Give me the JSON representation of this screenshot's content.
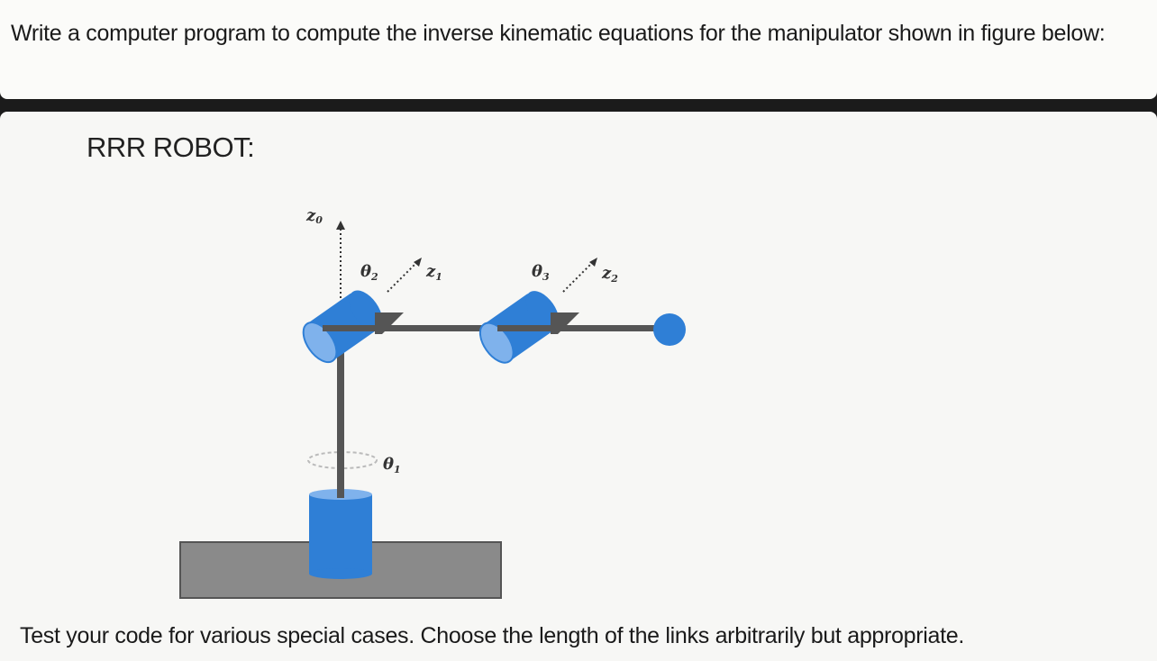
{
  "question": {
    "text": "Write a computer program to compute the inverse kinematic equations for the manipulator shown in figure below:"
  },
  "figure": {
    "title": "RRR ROBOT:",
    "labels": {
      "z0": "z",
      "z0_sub": "0",
      "theta2": "θ",
      "theta2_sub": "2",
      "z1": "z",
      "z1_sub": "1",
      "theta3": "θ",
      "theta3_sub": "3",
      "z2": "z",
      "z2_sub": "2",
      "theta1": "θ",
      "theta1_sub": "1"
    },
    "colors": {
      "joint_blue": "#2f7fd6",
      "joint_light": "#7fb2ec",
      "link_gray": "#555555",
      "base_gray": "#8a8a8a"
    }
  },
  "footer": {
    "text": "Test your code for various special cases. Choose the length of the links arbitrarily but appropriate."
  }
}
